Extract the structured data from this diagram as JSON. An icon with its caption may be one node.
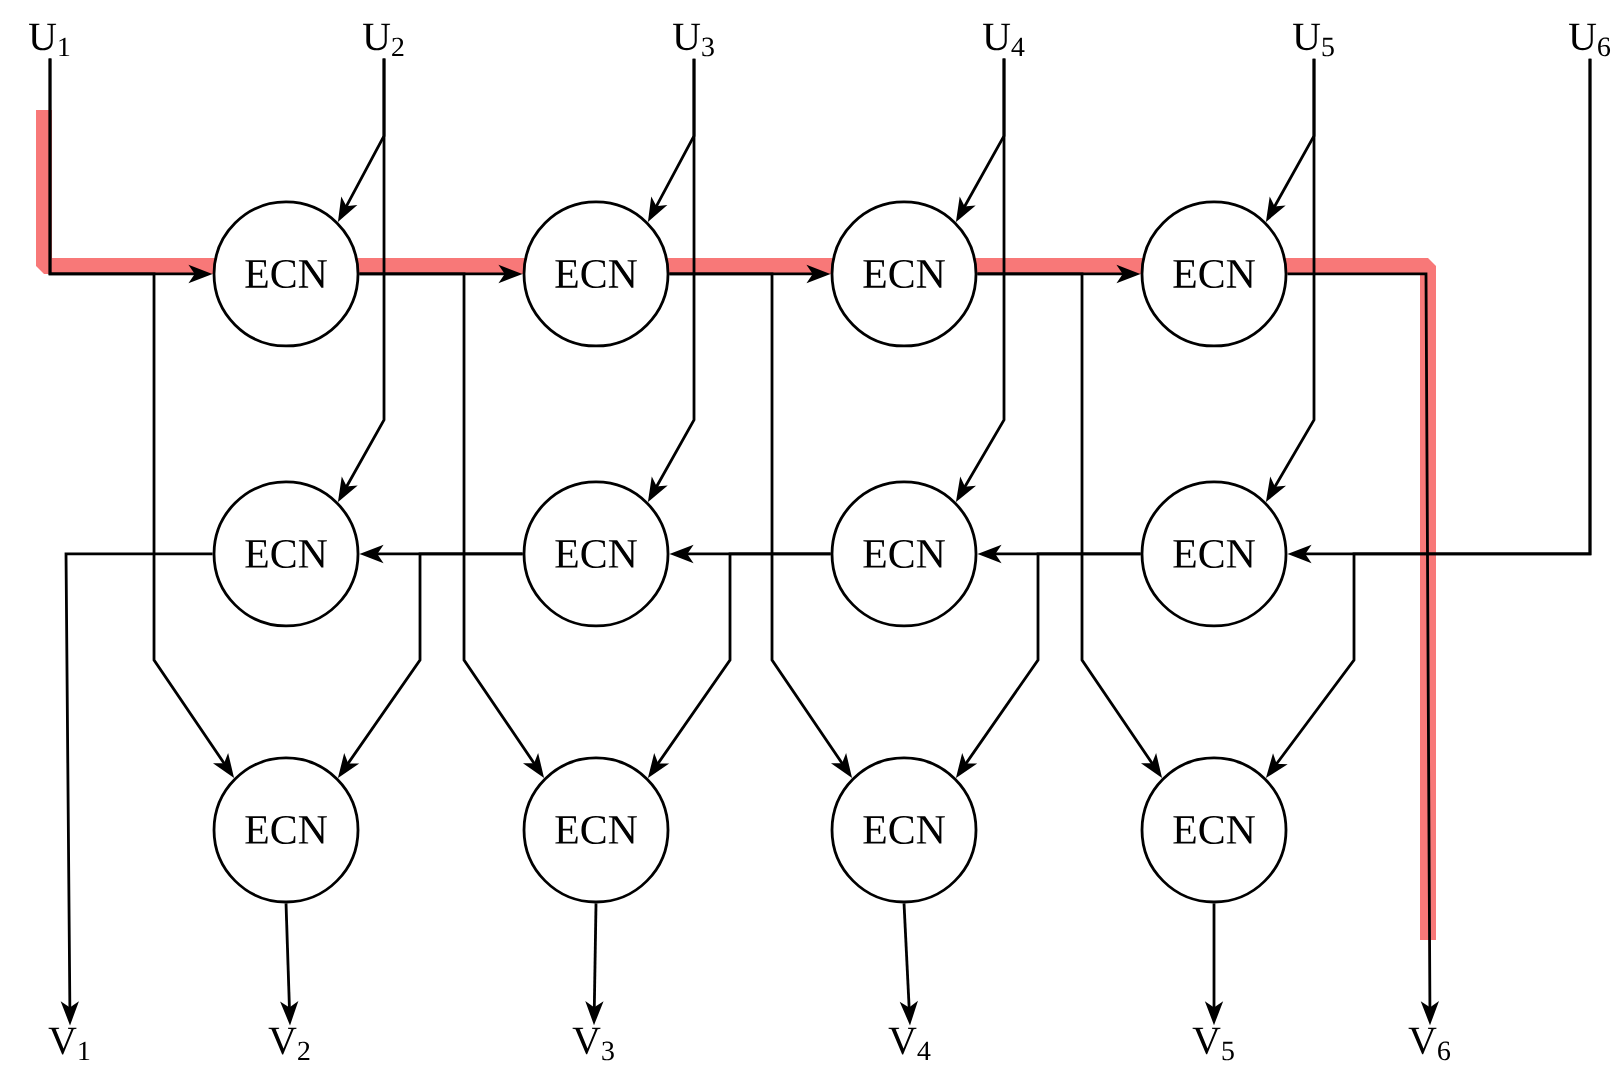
{
  "diagram": {
    "nodes": [
      {
        "text": [
          "U$_{1}$"
        ]
      },
      {
        "text": [
          "U$_{2}$"
        ]
      },
      {
        "text": [
          "U$_{3}$"
        ]
      },
      {
        "text": [
          "U$_{4}$"
        ]
      },
      {
        "text": [
          "U$_{5}$"
        ]
      },
      {
        "text": [
          "U$_{6}$"
        ]
      },
      {
        "text": [
          "ECN"
        ]
      },
      {
        "text": [
          "ECN"
        ]
      },
      {
        "text": [
          "ECN"
        ]
      },
      {
        "text": [
          "ECN"
        ]
      },
      {
        "text": [
          "ECN"
        ]
      },
      {
        "text": [
          "ECN"
        ]
      },
      {
        "text": [
          "ECN"
        ]
      },
      {
        "text": [
          "ECN"
        ]
      },
      {
        "text": [
          "ECN"
        ]
      },
      {
        "text": [
          "ECN"
        ]
      },
      {
        "text": [
          "ECN"
        ]
      },
      {
        "text": [
          "ECN"
        ]
      },
      {
        "text": [
          "V$_{1}$"
        ]
      },
      {
        "text": [
          "V$_{2}$"
        ]
      },
      {
        "text": [
          "V$_{3}$"
        ]
      },
      {
        "text": [
          "V$_{4}$"
        ]
      },
      {
        "text": [
          "V$_{5}$"
        ]
      },
      {
        "text": [
          "V$_{6}$"
        ]
      }
    ],
    "edges": [
      {
        "from": 0,
        "to": 6,
        "arrow": "to"
      },
      {
        "from": 0,
        "to": 14,
        "arrow": "to"
      },
      {
        "from": 1,
        "to": 6,
        "arrow": "to"
      },
      {
        "from": 1,
        "to": 10,
        "arrow": "to"
      },
      {
        "from": 6,
        "to": 7,
        "arrow": "to"
      },
      {
        "from": 6,
        "to": 15,
        "arrow": "to"
      },
      {
        "from": 2,
        "to": 7,
        "arrow": "to"
      },
      {
        "from": 2,
        "to": 11,
        "arrow": "to"
      },
      {
        "from": 7,
        "to": 8,
        "arrow": "to"
      },
      {
        "from": 7,
        "to": 16,
        "arrow": "to"
      },
      {
        "from": 3,
        "to": 8,
        "arrow": "to"
      },
      {
        "from": 3,
        "to": 12,
        "arrow": "to"
      },
      {
        "from": 8,
        "to": 9,
        "arrow": "to"
      },
      {
        "from": 8,
        "to": 17,
        "arrow": "to"
      },
      {
        "from": 4,
        "to": 9,
        "arrow": "to"
      },
      {
        "from": 4,
        "to": 13,
        "arrow": "to"
      },
      {
        "from": 9,
        "to": 23,
        "arrow": "to"
      },
      {
        "from": 5,
        "to": 13,
        "arrow": "to"
      },
      {
        "from": 5,
        "to": 17,
        "arrow": "to"
      },
      {
        "from": 13,
        "to": 12,
        "arrow": "to"
      },
      {
        "from": 13,
        "to": 16,
        "arrow": "to"
      },
      {
        "from": 12,
        "to": 11,
        "arrow": "to"
      },
      {
        "from": 12,
        "to": 15,
        "arrow": "to"
      },
      {
        "from": 11,
        "to": 10,
        "arrow": "to"
      },
      {
        "from": 11,
        "to": 14,
        "arrow": "to"
      },
      {
        "from": 10,
        "to": 18,
        "arrow": "to"
      },
      {
        "from": 14,
        "to": 19,
        "arrow": "to"
      },
      {
        "from": 15,
        "to": 20,
        "arrow": "to"
      },
      {
        "from": 16,
        "to": 21,
        "arrow": "to"
      },
      {
        "from": 17,
        "to": 22,
        "arrow": "to"
      }
    ]
  }
}
